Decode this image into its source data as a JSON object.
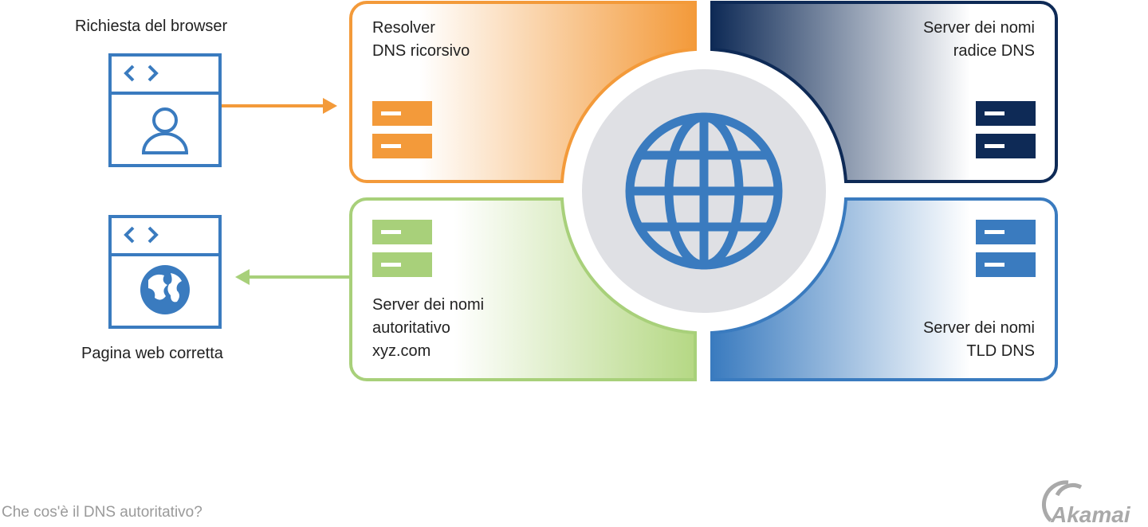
{
  "browser_request": {
    "label": "Richiesta del browser"
  },
  "correct_page": {
    "label": "Pagina web corretta"
  },
  "panels": {
    "resolver": {
      "line1": "Resolver",
      "line2": "DNS ricorsivo",
      "color": "#f39a3a"
    },
    "root": {
      "line1": "Server dei nomi",
      "line2": "radice DNS",
      "color": "#0e2a56"
    },
    "authoritative": {
      "line1": "Server dei nomi",
      "line2": "autoritativo",
      "line3": "xyz.com",
      "color": "#a8d07a"
    },
    "tld": {
      "line1": "Server dei nomi",
      "line2": "TLD DNS",
      "color": "#3a7bbf"
    }
  },
  "caption": "Che cos'è il DNS autoritativo?",
  "logo": "Akamai",
  "colors": {
    "globe": "#3a7bbf",
    "center": "#dfe0e4"
  }
}
